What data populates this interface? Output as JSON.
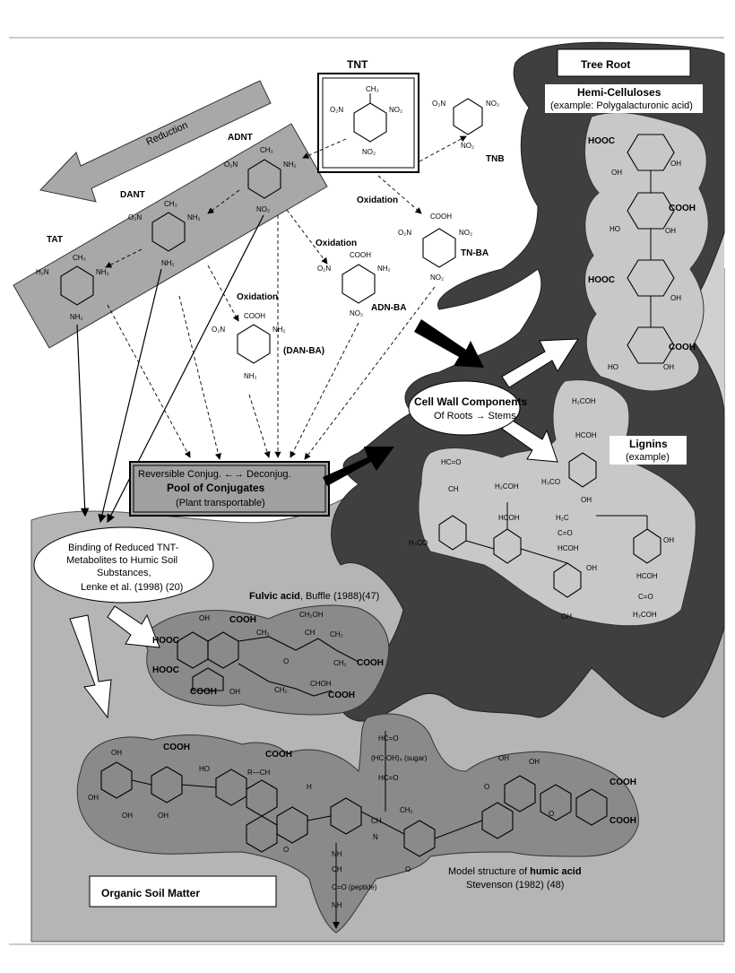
{
  "colors": {
    "soil": "#b5b5b5",
    "root": "#3f3f3f",
    "root_inner": "#555555",
    "lighter": "#d9d9d9",
    "blob": "#c8c8c8",
    "humic": "#8a8a8a",
    "white": "#ffffff"
  },
  "tnt": {
    "title": "TNT",
    "ch3": "CH₃",
    "no2_left": "O₂N",
    "no2_right": "NO₂",
    "no2_bottom": "NO₂"
  },
  "reduction": {
    "label": "Reduction"
  },
  "adnt": {
    "label": "ADNT",
    "ch3": "CH₃",
    "no2_left": "O₂N",
    "nh2": "NH₂",
    "no2_bottom": "NO₂"
  },
  "dant": {
    "label": "DANT",
    "ch3": "CH₃",
    "no2_left": "O₂N",
    "nh2_right": "NH₂",
    "nh2_bottom": "NH₂"
  },
  "tat": {
    "label": "TAT",
    "ch3": "CH₃",
    "nh2_left": "H₂N",
    "nh2_right": "NH₂",
    "nh2_bottom": "NH₂"
  },
  "tnb": {
    "label": "TNB",
    "no2_left": "O₂N",
    "no2_right": "NO₂",
    "no2_bottom": "NO₂"
  },
  "tnba": {
    "label": "TN-BA",
    "cooh": "COOH",
    "no2_left": "O₂N",
    "no2_right": "NO₂",
    "no2_bottom": "NO₂"
  },
  "adnba": {
    "label": "ADN-BA",
    "cooh": "COOH",
    "no2_left": "O₂N",
    "nh2": "NH₂",
    "no2_bottom": "NO₂"
  },
  "danba": {
    "label": "(DAN-BA)",
    "cooh": "COOH",
    "no2_left": "O₂N",
    "nh2_right": "NH₂",
    "nh2_bottom": "NH₂"
  },
  "oxidation": {
    "label1": "Oxidation",
    "label2": "Oxidation",
    "label3": "Oxidation"
  },
  "pool": {
    "line1": "Reversible Conjug. ←→ Deconjug.",
    "line2": "Pool of Conjugates",
    "line3": "(Plant transportable)"
  },
  "tree_root": {
    "label": "Tree Root"
  },
  "hemi": {
    "title": "Hemi-Celluloses",
    "subtitle": "(example: Polygalacturonic acid)",
    "cooh": "COOH",
    "hooc": "HOOC",
    "oh": "OH",
    "ho": "HO"
  },
  "cell_wall": {
    "line1": "Cell Wall Components",
    "line2": "Of Roots → Stems"
  },
  "lignins": {
    "title": "Lignins",
    "subtitle": "(example)",
    "h2coh": "H₂COH",
    "hcoh": "HCOH",
    "hceo": "HC=O",
    "ch": "CH",
    "h3co": "H₃CO",
    "h2c": "H₂C",
    "ceo": "C=O",
    "oh": "OH"
  },
  "binding": {
    "line1": "Binding of Reduced TNT-",
    "line2": "Metabolites to Humic Soil",
    "line3": "Substances,",
    "line4": "Lenke et al. (1998) (20)"
  },
  "fulvic": {
    "title_bold": "Fulvic acid",
    "title_rest": ", Buffle (1988)(47)",
    "oh": "OH",
    "cooh": "COOH",
    "hooc": "HOOC",
    "ch2oh": "CH₂OH",
    "ch3": "CH₃",
    "ch2": "CH₂",
    "ch": "CH",
    "choh": "CHOH",
    "o": "O"
  },
  "humic": {
    "model_prefix": "Model structure of ",
    "model_bold": "humic acid",
    "citation": "Stevenson (1982) (48)",
    "cooh": "COOH",
    "oh": "OH",
    "ho": "HO",
    "hceo": "HC=O",
    "hcoh4": "(HC-OH)₄ (sugar)",
    "peptide": "C=O (peptide)",
    "nh": "NH",
    "r_ch": "R—CH",
    "ch": "CH",
    "ch2": "CH₂",
    "n": "N",
    "o": "O",
    "h": "H"
  },
  "organic_soil": {
    "label": "Organic Soil Matter"
  }
}
